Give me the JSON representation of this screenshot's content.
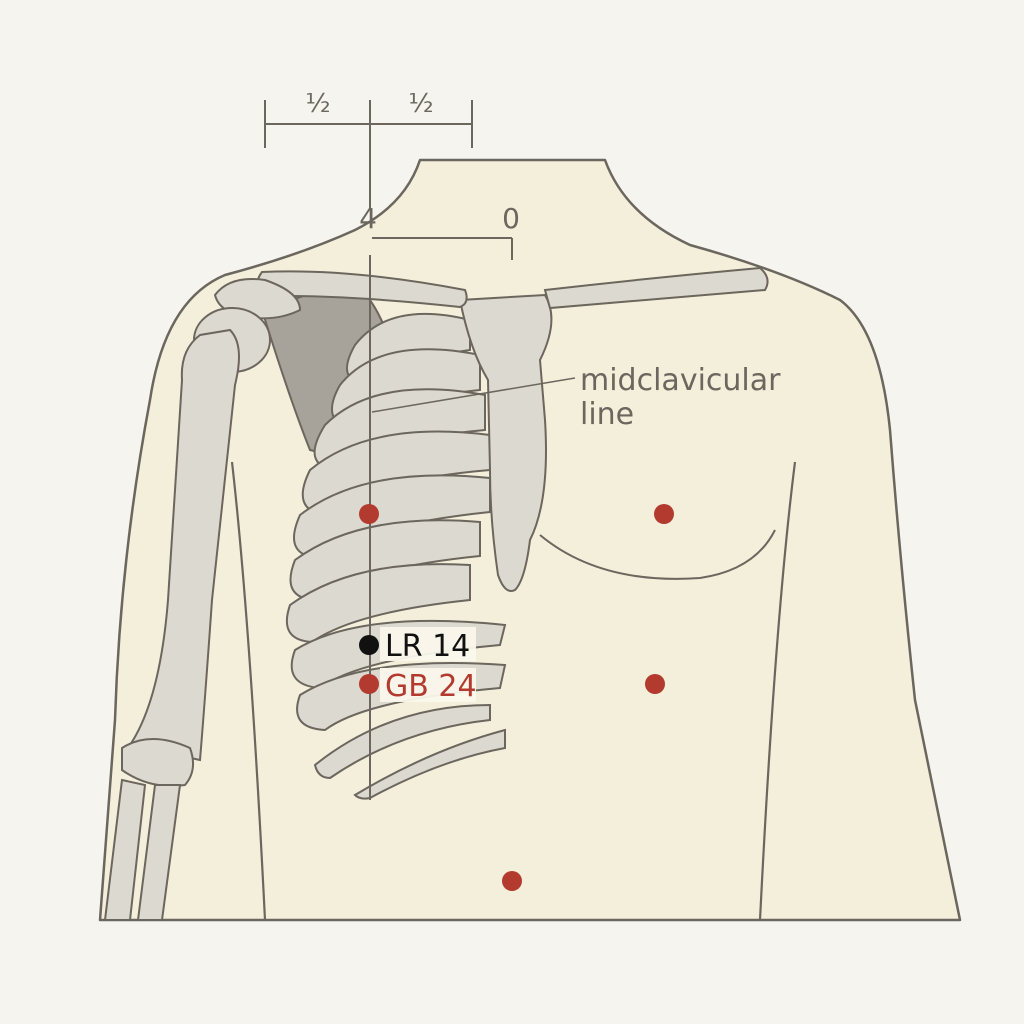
{
  "colors": {
    "background": "#f5f4ee",
    "skin": "#f4efdb",
    "outline": "#6b665e",
    "bone": "#dcd9d1",
    "bone_dark": "#a7a39b",
    "point_red": "#b23a2e",
    "point_black": "#111111",
    "text_gray": "#6b665e"
  },
  "measure": {
    "half_left": "½",
    "half_right": "½",
    "cun_4": "4",
    "cun_0": "0"
  },
  "annotation": {
    "line1": "midclavicular",
    "line2": "line"
  },
  "points": {
    "lr14": {
      "label": "LR 14",
      "color": "black"
    },
    "gb24": {
      "label": "GB 24",
      "color": "red"
    }
  },
  "icons": [
    "acupoint-dot-icon"
  ]
}
